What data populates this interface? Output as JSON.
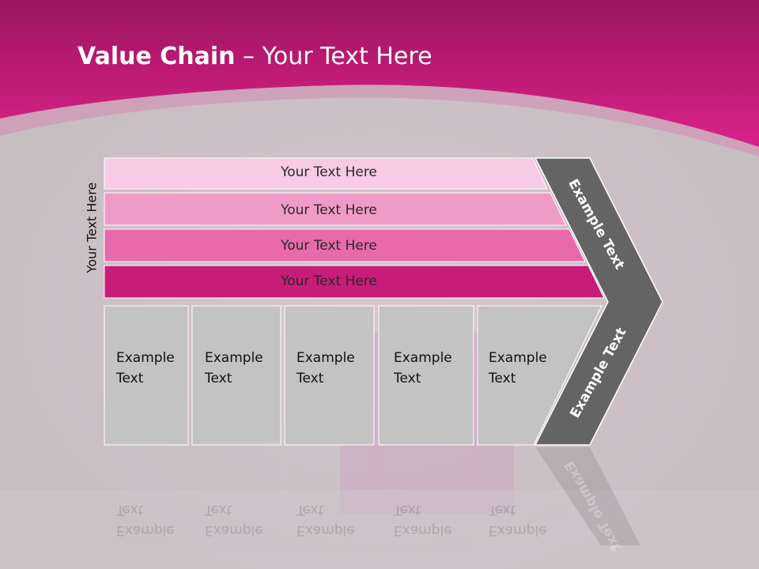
{
  "slide": {
    "title_bold": "Value Chain",
    "title_rest": " – Your Text Here",
    "vertical_label": "Your Text Here"
  },
  "rows": [
    {
      "label": "Your Text Here",
      "color": "#f7cae6"
    },
    {
      "label": "Your Text Here",
      "color": "#ef9bc8"
    },
    {
      "label": "Your Text Here",
      "color": "#e86aab"
    },
    {
      "label": "Your Text Here",
      "color": "#c71d78"
    }
  ],
  "boxes": [
    {
      "line1": "Example",
      "line2": "Text"
    },
    {
      "line1": "Example",
      "line2": "Text"
    },
    {
      "line1": "Example",
      "line2": "Text"
    },
    {
      "line1": "Example",
      "line2": "Text"
    },
    {
      "line1": "Example",
      "line2": "Text"
    }
  ],
  "chevron": {
    "upper_label": "Example Text",
    "lower_label": "Example Text",
    "color": "#646464"
  },
  "colors": {
    "header": "#c41a79",
    "background": "#cbc2c5",
    "box_fill": "#c3c3c3"
  }
}
